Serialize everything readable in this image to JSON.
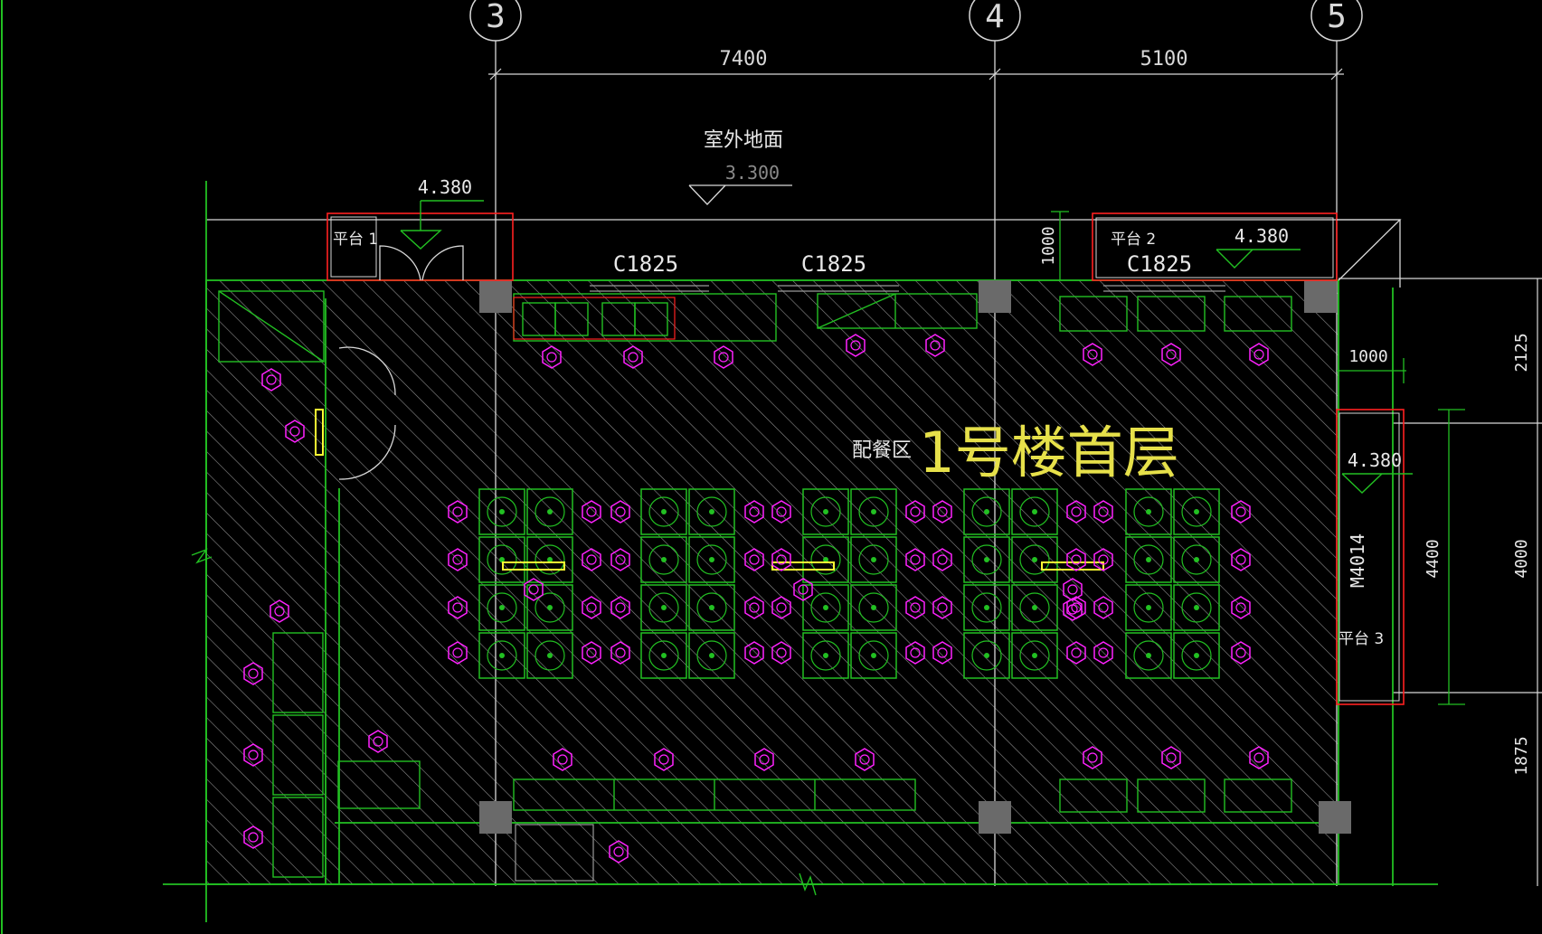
{
  "grid_axes": [
    "3",
    "4",
    "5"
  ],
  "dimensions": {
    "span_3_4": "7400",
    "span_4_5": "5100",
    "platform_depth": "1000",
    "right_offset": "1000",
    "right_total_top": "2125",
    "right_total_mid": "4000",
    "right_total_bot": "1875",
    "platform3_height": "4400"
  },
  "labels": {
    "outdoor_ground": "室外地面",
    "outdoor_level": "3.300",
    "level_platform1": "4.380",
    "level_platform2": "4.380",
    "level_platform3": "4.380",
    "platform1": "平台 1",
    "platform2": "平台 2",
    "platform3": "平台 3",
    "window_a": "C1825",
    "window_b": "C1825",
    "window_c": "C1825",
    "door_right": "M4014",
    "serving_area": "配餐区",
    "building_title": "1号楼首层"
  },
  "colors": {
    "background": "#000000",
    "wall_green": "#22c022",
    "grid_line": "#ffffff",
    "magenta_symbol": "#ff22ff",
    "yellow": "#ffff33",
    "red_outline": "#ff2020",
    "hatch": "#9a9a9a"
  }
}
